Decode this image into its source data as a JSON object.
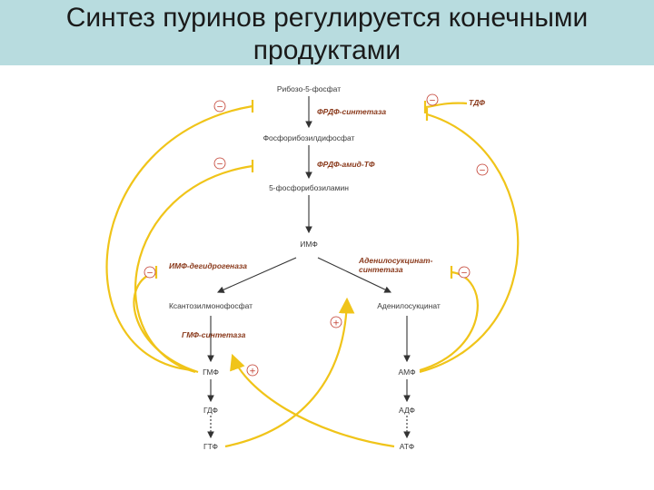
{
  "title": {
    "line1": "Синтез пуринов регулируется конечными",
    "line2": "продуктами"
  },
  "nodes": {
    "ribose": "Рибозо-5-фосфат",
    "prpp": "Фосфорибозилдифосфат",
    "pra": "5-фосфорибозиламин",
    "imp": "ИМФ",
    "xmp": "Ксантозилмонофосфат",
    "adsucc": "Аденилосукцинат",
    "gmp": "ГМФ",
    "gdp": "ГДФ",
    "gtp": "ГТФ",
    "amp": "АМФ",
    "adp": "АДФ",
    "atp": "АТФ",
    "tdp": "ТДФ"
  },
  "enzymes": {
    "prpp_synthetase": "ФРДФ-синтетаза",
    "prpp_amidotransferase": "ФРДФ-амид-ТФ",
    "imp_dehydrogenase": "ИМФ-дегидрогеназа",
    "adsucc_synthetase_1": "Аденилосукцинат-",
    "adsucc_synthetase_2": "синтетаза",
    "gmp_synthetase": "ГМФ-синтетаза"
  },
  "signs": {
    "inhibit": "−",
    "activate": "+"
  },
  "colors": {
    "title_band": "#b8dcdf",
    "feedback_line": "#f0c419",
    "enzyme_text": "#8a3a1c",
    "sign_mark": "#c0392b"
  }
}
